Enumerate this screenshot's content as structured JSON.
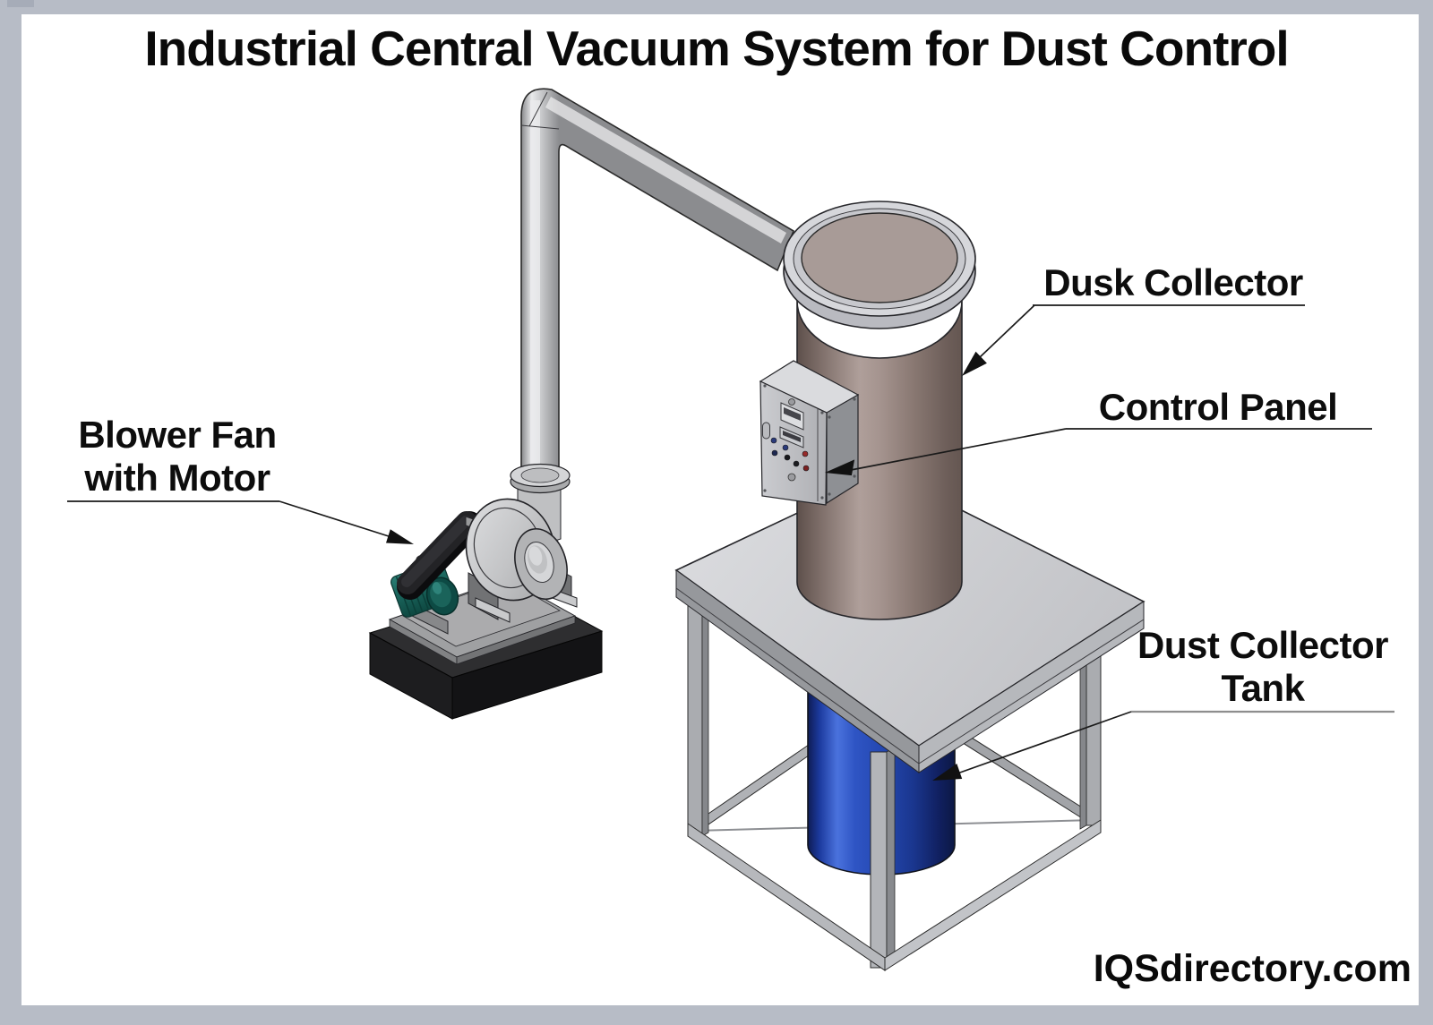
{
  "page": {
    "title": "Industrial Central Vacuum System for Dust Control",
    "watermark": "IQSdirectory.com",
    "border_color": "#b7bcc6",
    "paper_color": "#ffffff"
  },
  "diagram": {
    "type": "labeled-3d-illustration",
    "subject": "Industrial central vacuum system for dust control",
    "components": [
      "Blower Fan with Motor",
      "Dusk Collector",
      "Control Panel",
      "Dust Collector Tank"
    ],
    "labels": {
      "dust_collector": "Dusk Collector",
      "control_panel": "Control Panel",
      "blower_line1": "Blower Fan",
      "blower_line2": "with Motor",
      "tank_line1": "Dust Collector",
      "tank_line2": "Tank"
    },
    "colors": {
      "collector_body_taupe": "#a3938e",
      "tank_blue": "#2446ad",
      "motor_teal": "#1b6a62",
      "metal_gray": "#c6c7cb",
      "base_block_black": "#1d1d1f",
      "leader_line": "#1a1a1a"
    }
  }
}
